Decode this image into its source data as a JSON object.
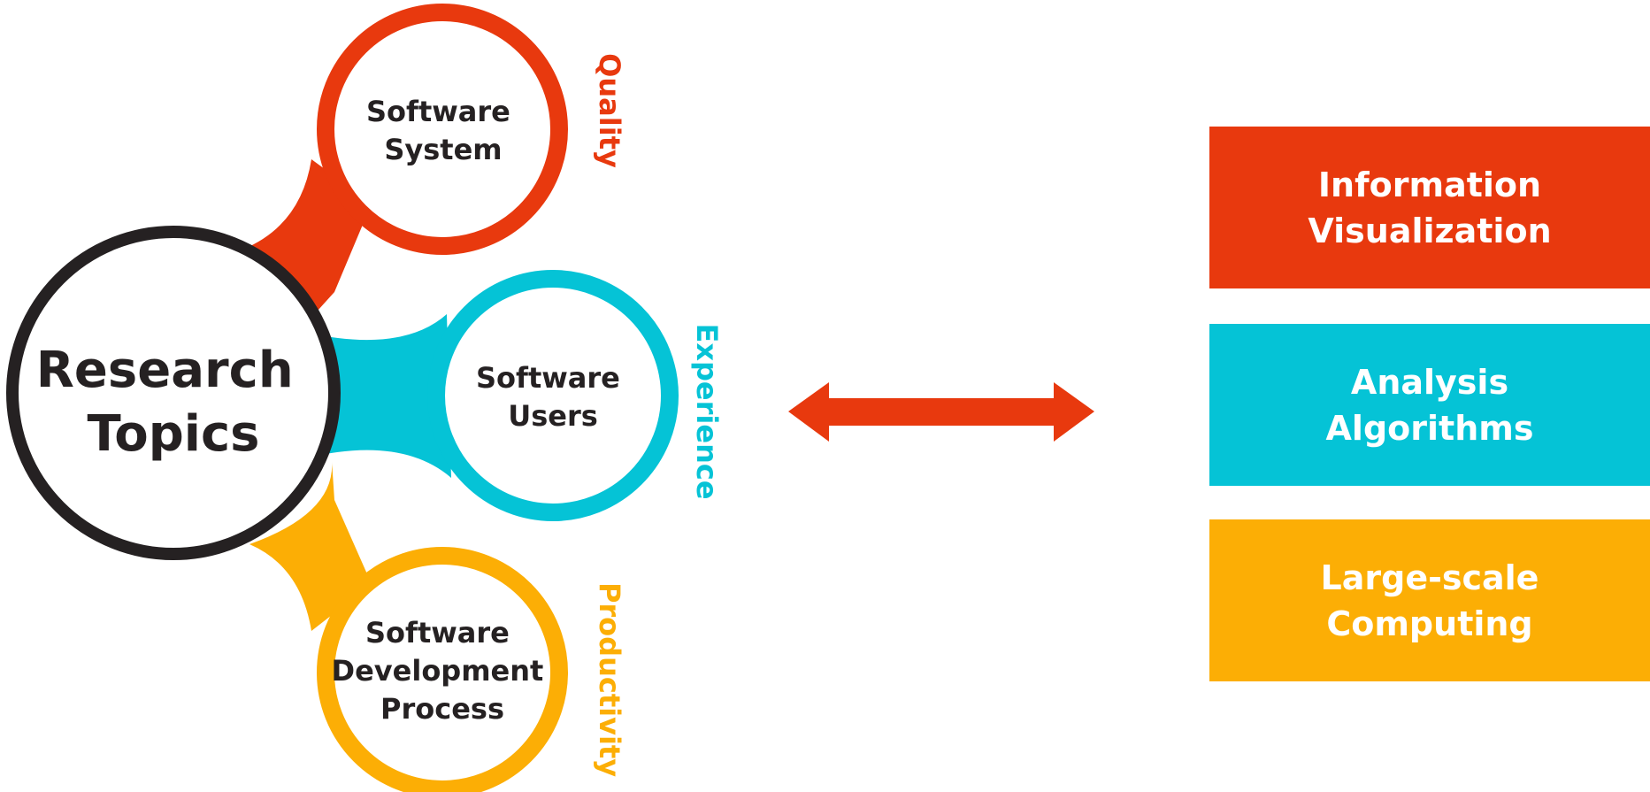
{
  "colors": {
    "red": "#e8390e",
    "cyan": "#05c3d6",
    "amber": "#fcae05",
    "dark": "#252122",
    "white": "#ffffff"
  },
  "center": {
    "line1": "Research",
    "line2": "Topics"
  },
  "topics": [
    {
      "lines": [
        "Software",
        "System"
      ],
      "tag": "Quality",
      "color": "red"
    },
    {
      "lines": [
        "Software",
        "Users"
      ],
      "tag": "Experience",
      "color": "cyan"
    },
    {
      "lines": [
        "Software",
        "Development",
        "Process"
      ],
      "tag": "Productivity",
      "color": "amber"
    }
  ],
  "connector": {
    "icon": "double-headed-arrow-icon",
    "color": "red"
  },
  "methods": [
    {
      "lines": [
        "Information",
        "Visualization"
      ],
      "color": "red"
    },
    {
      "lines": [
        "Analysis",
        "Algorithms"
      ],
      "color": "cyan"
    },
    {
      "lines": [
        "Large-scale",
        "Computing"
      ],
      "color": "amber"
    }
  ]
}
